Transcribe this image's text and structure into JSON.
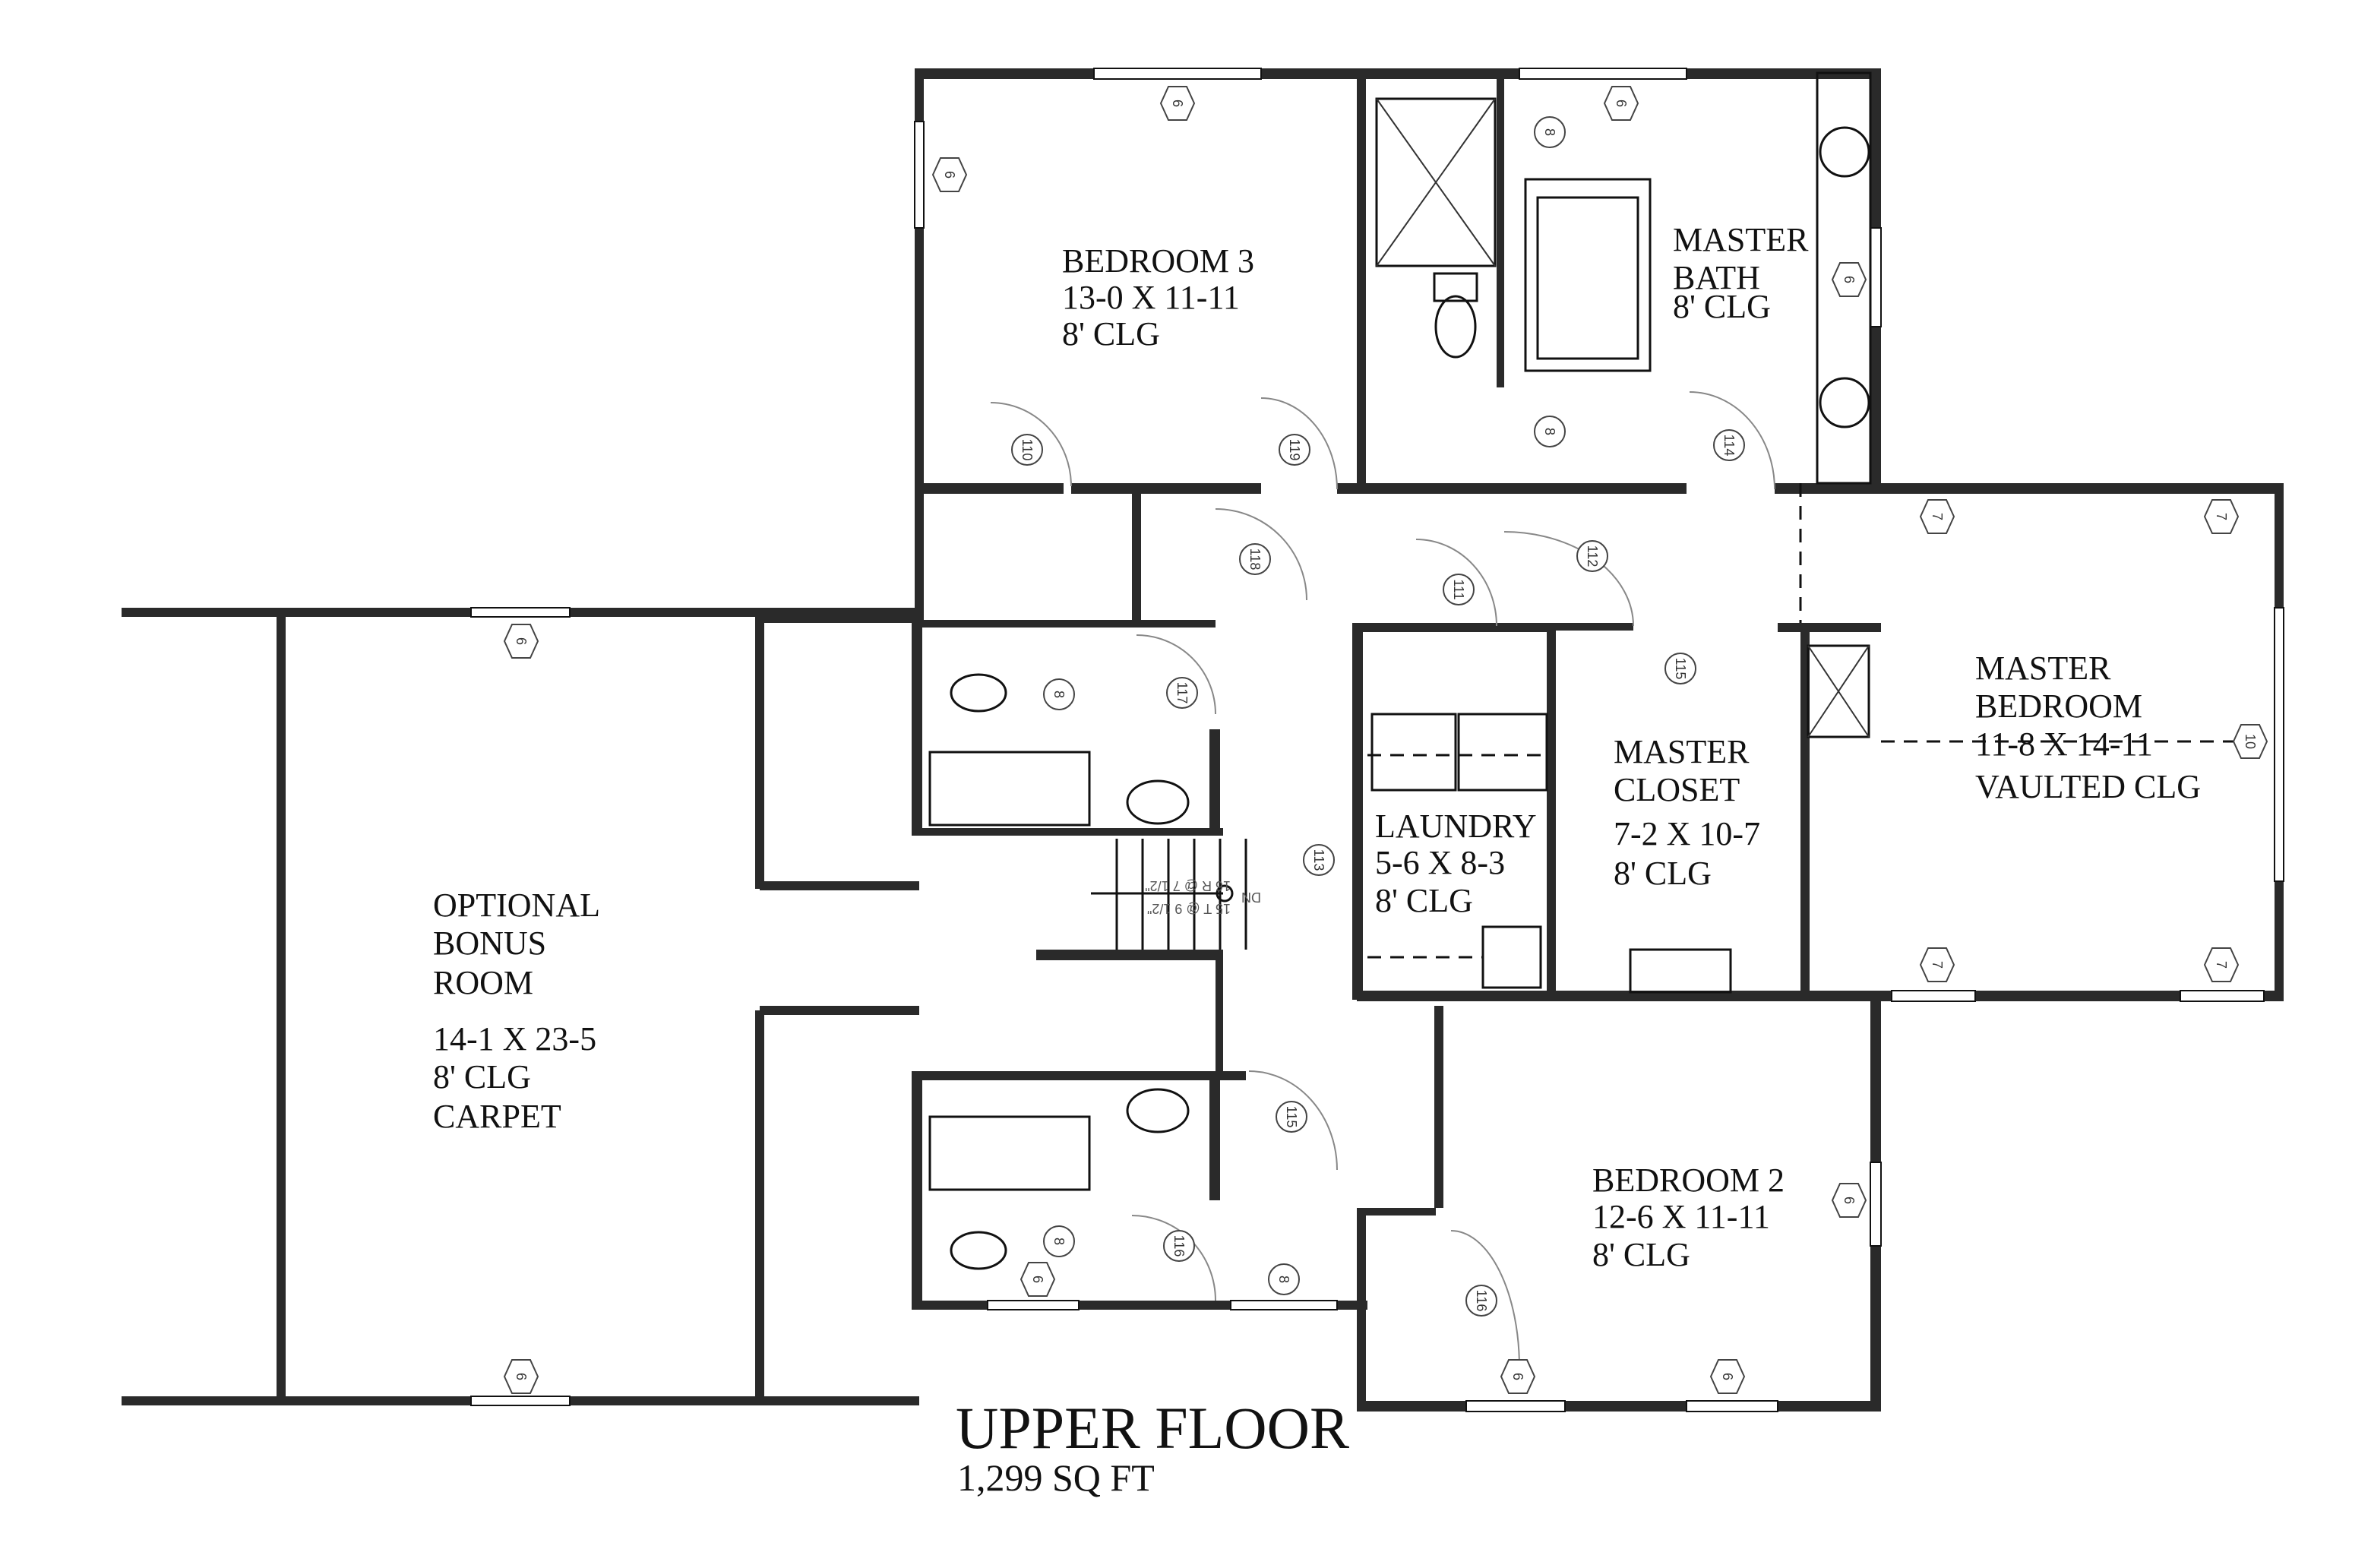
{
  "plan": {
    "title": "UPPER FLOOR",
    "area": "1,299 SQ FT",
    "rooms": [
      {
        "lines": [
          "BEDROOM 3",
          "13-0 X 11-11",
          "8' CLG"
        ]
      },
      {
        "lines": [
          "MASTER",
          "BATH",
          "8' CLG"
        ]
      },
      {
        "lines": [
          "MASTER",
          "BEDROOM",
          "11-8 X 14-11",
          "VAULTED CLG"
        ]
      },
      {
        "lines": [
          "MASTER",
          "CLOSET",
          "7-2 X 10-7",
          "8' CLG"
        ]
      },
      {
        "lines": [
          "LAUNDRY",
          "5-6 X 8-3",
          "8' CLG"
        ]
      },
      {
        "lines": [
          "OPTIONAL",
          "BONUS",
          "ROOM",
          "14-1 X 23-5",
          "8' CLG",
          "CARPET"
        ]
      },
      {
        "lines": [
          "BEDROOM 2",
          "12-6 X 11-11",
          "8' CLG"
        ]
      }
    ],
    "stairs": {
      "treads": "15 T @ 9 1/2\"",
      "risers": "16 R @ 7 1/2\"",
      "direction": "DN"
    },
    "window_tags": [
      "6",
      "6",
      "6",
      "6",
      "6",
      "6",
      "6",
      "6",
      "6",
      "6",
      "7",
      "7",
      "7",
      "7",
      "10"
    ],
    "door_tags": [
      "8",
      "8",
      "8",
      "8",
      "8",
      "110",
      "119",
      "114",
      "118",
      "111",
      "112",
      "115",
      "117",
      "113",
      "115",
      "116",
      "116"
    ]
  }
}
